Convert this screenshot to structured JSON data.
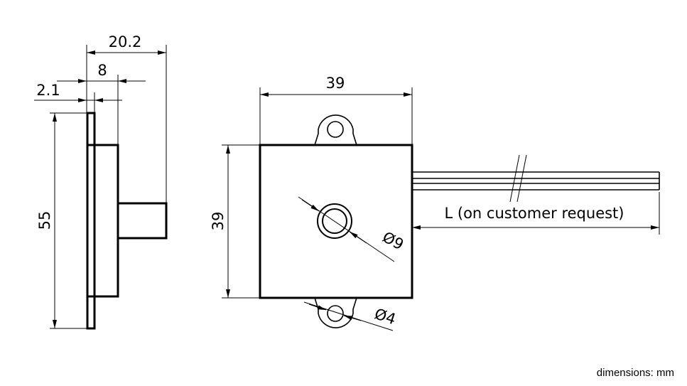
{
  "dimensions": {
    "side_total_width": "20.2",
    "side_body_width": "8",
    "side_flange_width": "2.1",
    "side_height": "55",
    "front_width": "39",
    "front_height": "39",
    "center_diameter": "Ø9",
    "hole_diameter": "Ø4",
    "cable_length": "L (on customer request)"
  },
  "units_note": "dimensions: mm"
}
